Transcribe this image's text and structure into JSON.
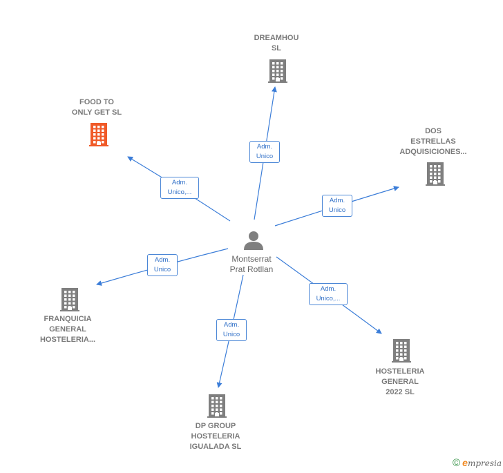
{
  "center": {
    "name_line1": "Montserrat",
    "name_line2": "Prat Rotllan",
    "icon": "person-icon"
  },
  "companies": [
    {
      "id": "food",
      "lines": [
        "FOOD TO",
        "ONLY GET  SL"
      ],
      "icon": "building-icon",
      "color": "#f05a28"
    },
    {
      "id": "dreamhou",
      "lines": [
        "DREAMHOU",
        "SL"
      ],
      "icon": "building-icon",
      "color": "#7f7f7f"
    },
    {
      "id": "dos",
      "lines": [
        "DOS",
        "ESTRELLAS",
        "ADQUISICIONES..."
      ],
      "icon": "building-icon",
      "color": "#7f7f7f"
    },
    {
      "id": "franquicia",
      "lines": [
        "FRANQUICIA",
        "GENERAL",
        "HOSTELERIA..."
      ],
      "icon": "building-icon",
      "color": "#7f7f7f"
    },
    {
      "id": "dpgroup",
      "lines": [
        "DP GROUP",
        "HOSTELERIA",
        "IGUALADA  SL"
      ],
      "icon": "building-icon",
      "color": "#7f7f7f"
    },
    {
      "id": "hosteleria2022",
      "lines": [
        "HOSTELERIA",
        "GENERAL",
        "2022  SL"
      ],
      "icon": "building-icon",
      "color": "#7f7f7f"
    }
  ],
  "relations": [
    {
      "to": "food",
      "lines": [
        "Adm.",
        "Unico,..."
      ]
    },
    {
      "to": "dreamhou",
      "lines": [
        "Adm.",
        "Unico"
      ]
    },
    {
      "to": "dos",
      "lines": [
        "Adm.",
        "Unico"
      ]
    },
    {
      "to": "franquicia",
      "lines": [
        "Adm.",
        "Unico"
      ]
    },
    {
      "to": "dpgroup",
      "lines": [
        "Adm.",
        "Unico"
      ]
    },
    {
      "to": "hosteleria2022",
      "lines": [
        "Adm.",
        "Unico,..."
      ]
    }
  ],
  "colors": {
    "edge": "#3b7dd8",
    "highlight": "#f05a28",
    "node": "#7f7f7f"
  },
  "footer": {
    "copyright": "©",
    "brand_initial": "e",
    "brand_rest": "mpresia"
  }
}
